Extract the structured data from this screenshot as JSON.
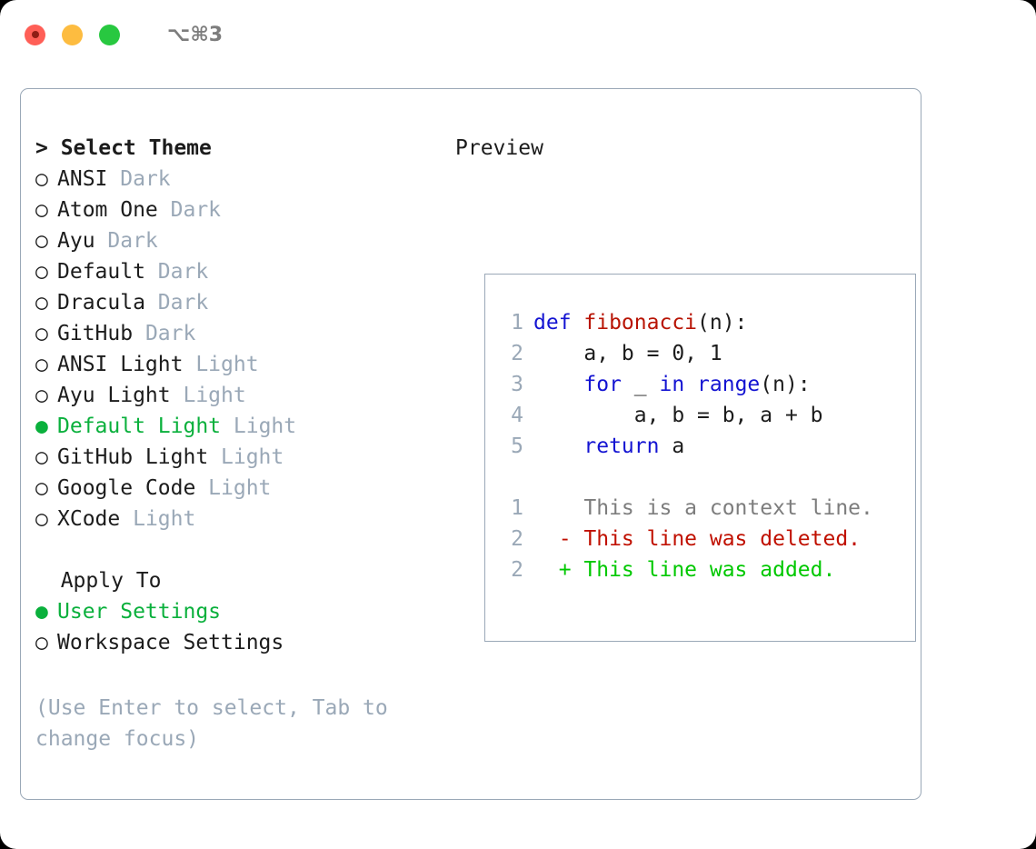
{
  "titlebar": {
    "shortcut": "⌥⌘3",
    "lights": [
      {
        "name": "close",
        "color": "#ff5f57"
      },
      {
        "name": "minimize",
        "color": "#fdbc40"
      },
      {
        "name": "maximize",
        "color": "#28c840"
      }
    ]
  },
  "theme_picker": {
    "header": "> Select Theme",
    "focused": true,
    "items": [
      {
        "marker": "○",
        "name": "ANSI",
        "variant": "Dark",
        "selected": false
      },
      {
        "marker": "○",
        "name": "Atom One",
        "variant": "Dark",
        "selected": false
      },
      {
        "marker": "○",
        "name": "Ayu",
        "variant": "Dark",
        "selected": false
      },
      {
        "marker": "○",
        "name": "Default",
        "variant": "Dark",
        "selected": false
      },
      {
        "marker": "○",
        "name": "Dracula",
        "variant": "Dark",
        "selected": false
      },
      {
        "marker": "○",
        "name": "GitHub",
        "variant": "Dark",
        "selected": false
      },
      {
        "marker": "○",
        "name": "ANSI Light",
        "variant": "Light",
        "selected": false
      },
      {
        "marker": "○",
        "name": "Ayu Light",
        "variant": "Light",
        "selected": false
      },
      {
        "marker": "●",
        "name": "Default Light",
        "variant": "Light",
        "selected": true
      },
      {
        "marker": "○",
        "name": "GitHub Light",
        "variant": "Light",
        "selected": false
      },
      {
        "marker": "○",
        "name": "Google Code",
        "variant": "Light",
        "selected": false
      },
      {
        "marker": "○",
        "name": "XCode",
        "variant": "Light",
        "selected": false
      }
    ]
  },
  "apply_to": {
    "header": "  Apply To",
    "focused": false,
    "items": [
      {
        "marker": "●",
        "name": "User Settings",
        "selected": true
      },
      {
        "marker": "○",
        "name": "Workspace Settings",
        "selected": false
      }
    ]
  },
  "hint": "(Use Enter to select, Tab to change focus)",
  "preview": {
    "title": "Preview",
    "code_lines": [
      {
        "num": "1",
        "indent": "",
        "tokens": [
          {
            "t": "def ",
            "c": "kw"
          },
          {
            "t": "fibonacci",
            "c": "fn"
          },
          {
            "t": "(n):",
            "c": "plain"
          }
        ]
      },
      {
        "num": "2",
        "indent": "    ",
        "tokens": [
          {
            "t": "a, b = 0, 1",
            "c": "plain"
          }
        ]
      },
      {
        "num": "3",
        "indent": "    ",
        "tokens": [
          {
            "t": "for ",
            "c": "kw"
          },
          {
            "t": "_ ",
            "c": "plain"
          },
          {
            "t": "in ",
            "c": "kw"
          },
          {
            "t": "range",
            "c": "kw"
          },
          {
            "t": "(n):",
            "c": "plain"
          }
        ]
      },
      {
        "num": "4",
        "indent": "        ",
        "tokens": [
          {
            "t": "a, b = b, a + b",
            "c": "plain"
          }
        ]
      },
      {
        "num": "5",
        "indent": "    ",
        "tokens": [
          {
            "t": "return ",
            "c": "kw"
          },
          {
            "t": "a",
            "c": "plain"
          }
        ]
      }
    ],
    "diff_lines": [
      {
        "num": "1",
        "sign": " ",
        "text": "This is a context line.",
        "kind": "ctx"
      },
      {
        "num": "2",
        "sign": "-",
        "text": "This line was deleted.",
        "kind": "del"
      },
      {
        "num": "2",
        "sign": "+",
        "text": "This line was added.",
        "kind": "add"
      }
    ]
  },
  "colors": {
    "selected_green": "#0ab03c",
    "added_green": "#00c800",
    "deleted_red": "#c01000",
    "keyword_blue": "#1414d2",
    "function_red": "#b81404",
    "muted": "#9aa8b7",
    "context_gray": "#7d7d7d",
    "border": "#9aa8b7",
    "text": "#1c1c1c"
  }
}
